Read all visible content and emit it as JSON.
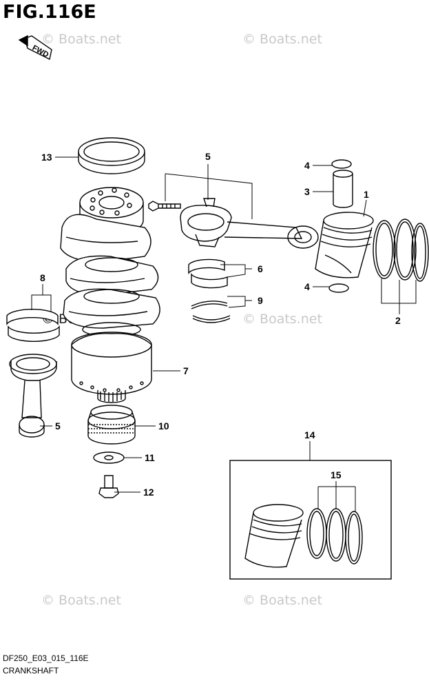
{
  "figure": {
    "title": "FIG.116E",
    "fwd_label": "FWD"
  },
  "footer": {
    "code": "DF250_E03_015_116E",
    "name": "CRANKSHAFT"
  },
  "watermark": {
    "text": "© Boats.net"
  },
  "callouts": {
    "c1": "1",
    "c2": "2",
    "c3": "3",
    "c4a": "4",
    "c4b": "4",
    "c5a": "5",
    "c5b": "5",
    "c6": "6",
    "c7": "7",
    "c8": "8",
    "c9": "9",
    "c10": "10",
    "c11": "11",
    "c12": "12",
    "c13": "13",
    "c14": "14",
    "c15": "15"
  },
  "colors": {
    "line": "#000000",
    "watermark": "#c8c8c8",
    "shade": "#dcdcdc"
  }
}
